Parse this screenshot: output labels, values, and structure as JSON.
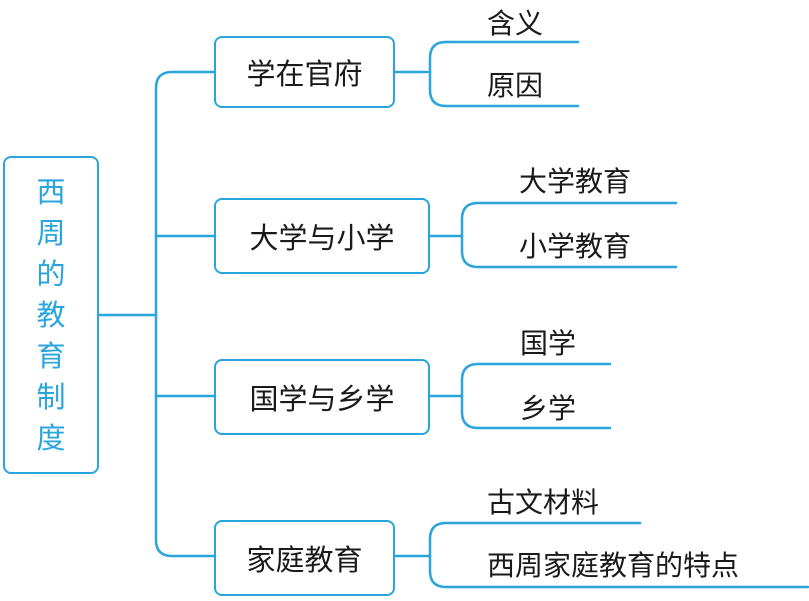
{
  "root": {
    "chars": [
      "西",
      "周",
      "的",
      "教",
      "育",
      "制",
      "度"
    ]
  },
  "branches": [
    {
      "label": "学在官府",
      "leaves": [
        "含义",
        "原因"
      ]
    },
    {
      "label": "大学与小学",
      "leaves": [
        "大学教育",
        "小学教育"
      ]
    },
    {
      "label": "国学与乡学",
      "leaves": [
        "国学",
        "乡学"
      ]
    },
    {
      "label": "家庭教育",
      "leaves": [
        "古文材料",
        "西周家庭教育的特点"
      ]
    }
  ],
  "colors": {
    "accent": "#29a4dc",
    "text": "#1a1a1a"
  }
}
